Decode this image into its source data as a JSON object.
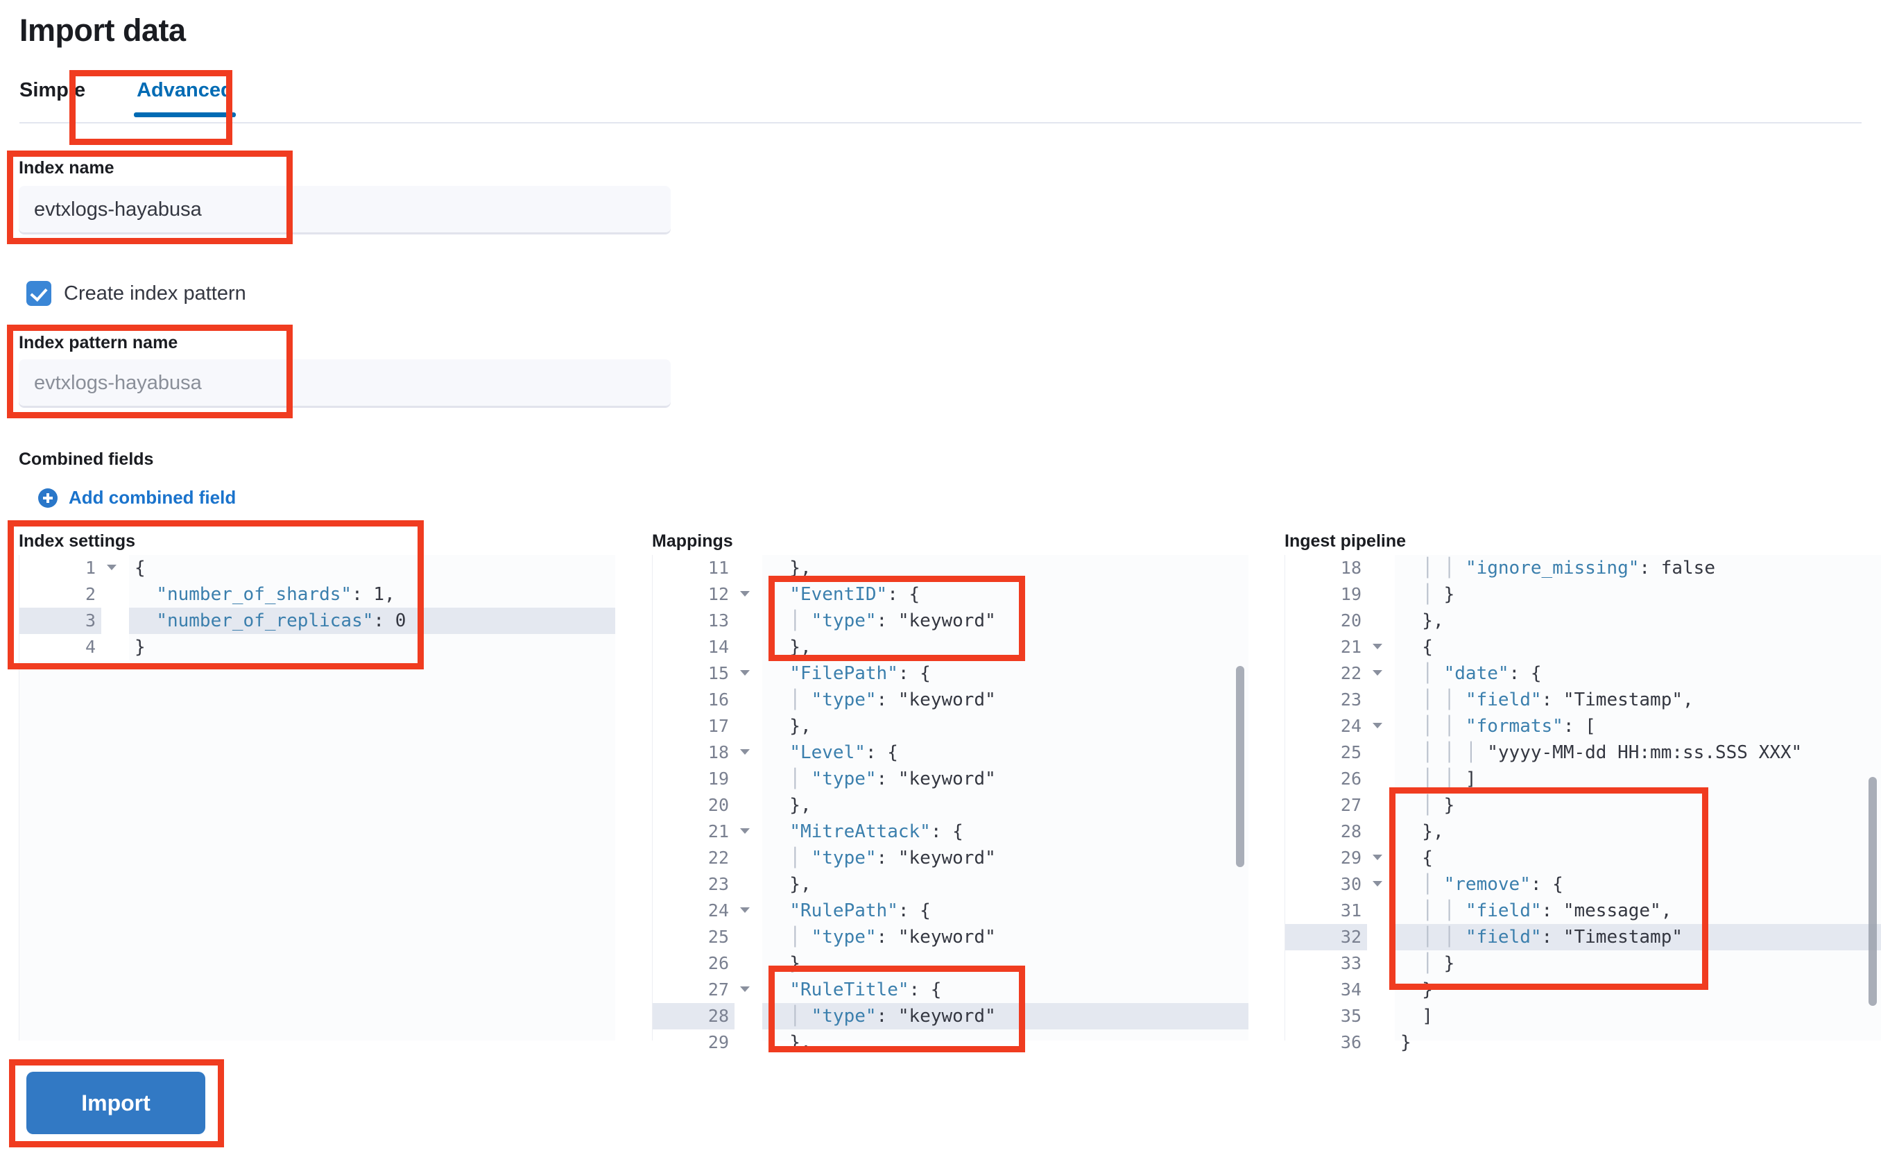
{
  "page": {
    "title": "Import data"
  },
  "tabs": [
    {
      "label": "Simple",
      "active": false
    },
    {
      "label": "Advanced",
      "active": true
    }
  ],
  "form": {
    "index_name_label": "Index name",
    "index_name_value": "evtxlogs-hayabusa",
    "create_index_pattern_label": "Create index pattern",
    "create_index_pattern_checked": true,
    "index_pattern_label": "Index pattern name",
    "index_pattern_placeholder": "evtxlogs-hayabusa",
    "combined_fields_label": "Combined fields",
    "add_combined_field_label": "Add combined field"
  },
  "editors": {
    "index_settings": {
      "title": "Index settings",
      "highlight_line": 3,
      "lines": [
        {
          "num": "1",
          "fold": true,
          "text": "{"
        },
        {
          "num": "2",
          "fold": false,
          "text": "  \"number_of_shards\": 1,"
        },
        {
          "num": "3",
          "fold": false,
          "text": "  \"number_of_replicas\": 0"
        },
        {
          "num": "4",
          "fold": false,
          "text": "}"
        }
      ]
    },
    "mappings": {
      "title": "Mappings",
      "highlight_line": 28,
      "lines": [
        {
          "num": "11",
          "fold": false,
          "text": "  },"
        },
        {
          "num": "12",
          "fold": true,
          "text": "  \"EventID\": {"
        },
        {
          "num": "13",
          "fold": false,
          "text": "    \"type\": \"keyword\""
        },
        {
          "num": "14",
          "fold": false,
          "text": "  },"
        },
        {
          "num": "15",
          "fold": true,
          "text": "  \"FilePath\": {"
        },
        {
          "num": "16",
          "fold": false,
          "text": "    \"type\": \"keyword\""
        },
        {
          "num": "17",
          "fold": false,
          "text": "  },"
        },
        {
          "num": "18",
          "fold": true,
          "text": "  \"Level\": {"
        },
        {
          "num": "19",
          "fold": false,
          "text": "    \"type\": \"keyword\""
        },
        {
          "num": "20",
          "fold": false,
          "text": "  },"
        },
        {
          "num": "21",
          "fold": true,
          "text": "  \"MitreAttack\": {"
        },
        {
          "num": "22",
          "fold": false,
          "text": "    \"type\": \"keyword\""
        },
        {
          "num": "23",
          "fold": false,
          "text": "  },"
        },
        {
          "num": "24",
          "fold": true,
          "text": "  \"RulePath\": {"
        },
        {
          "num": "25",
          "fold": false,
          "text": "    \"type\": \"keyword\""
        },
        {
          "num": "26",
          "fold": false,
          "text": "  },"
        },
        {
          "num": "27",
          "fold": true,
          "text": "  \"RuleTitle\": {"
        },
        {
          "num": "28",
          "fold": false,
          "text": "    \"type\": \"keyword\""
        },
        {
          "num": "29",
          "fold": false,
          "text": "  },"
        }
      ]
    },
    "ingest_pipeline": {
      "title": "Ingest pipeline",
      "highlight_line": 32,
      "lines": [
        {
          "num": "18",
          "fold": false,
          "text": "      \"ignore_missing\": false"
        },
        {
          "num": "19",
          "fold": false,
          "text": "    }"
        },
        {
          "num": "20",
          "fold": false,
          "text": "  },"
        },
        {
          "num": "21",
          "fold": true,
          "text": "  {"
        },
        {
          "num": "22",
          "fold": true,
          "text": "    \"date\": {"
        },
        {
          "num": "23",
          "fold": false,
          "text": "      \"field\": \"Timestamp\","
        },
        {
          "num": "24",
          "fold": true,
          "text": "      \"formats\": ["
        },
        {
          "num": "25",
          "fold": false,
          "text": "        \"yyyy-MM-dd HH:mm:ss.SSS XXX\""
        },
        {
          "num": "26",
          "fold": false,
          "text": "      ]"
        },
        {
          "num": "27",
          "fold": false,
          "text": "    }"
        },
        {
          "num": "28",
          "fold": false,
          "text": "  },"
        },
        {
          "num": "29",
          "fold": true,
          "text": "  {"
        },
        {
          "num": "30",
          "fold": true,
          "text": "    \"remove\": {"
        },
        {
          "num": "31",
          "fold": false,
          "text": "      \"field\": \"message\","
        },
        {
          "num": "32",
          "fold": false,
          "text": "      \"field\": \"Timestamp\""
        },
        {
          "num": "33",
          "fold": false,
          "text": "    }"
        },
        {
          "num": "34",
          "fold": false,
          "text": "  }"
        },
        {
          "num": "35",
          "fold": false,
          "text": "  ]"
        },
        {
          "num": "36",
          "fold": false,
          "text": "}"
        }
      ]
    }
  },
  "actions": {
    "import_label": "Import"
  },
  "colors": {
    "accent": "#006bb4",
    "primary_button": "#3279c4",
    "annotation": "#f03c20",
    "json_key": "#3b7fad",
    "json_string": "#2a7c2a",
    "json_bool": "#5b52d6"
  }
}
